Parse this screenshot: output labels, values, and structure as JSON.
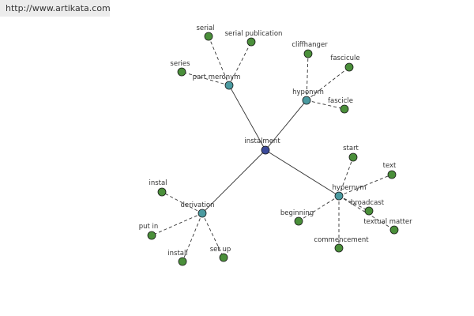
{
  "header": {
    "url": "http://www.artikata.com"
  },
  "graph": {
    "center": {
      "label": "instalment",
      "color": "#3b4a9a"
    },
    "colors": {
      "hub": "#4a9aa0",
      "leaf": "#4a8f3a",
      "edge": "#333333"
    },
    "groups": [
      {
        "label": "part meronym",
        "leaves": [
          "serial",
          "serial publication",
          "series"
        ]
      },
      {
        "label": "hyponym",
        "leaves": [
          "cliffhanger",
          "fascicule",
          "fascicle"
        ]
      },
      {
        "label": "hypernym",
        "leaves": [
          "start",
          "text",
          "broadcast",
          "textual matter",
          "commencement",
          "beginning"
        ]
      },
      {
        "label": "derivation",
        "leaves": [
          "instal",
          "put in",
          "install",
          "set up"
        ]
      }
    ]
  }
}
